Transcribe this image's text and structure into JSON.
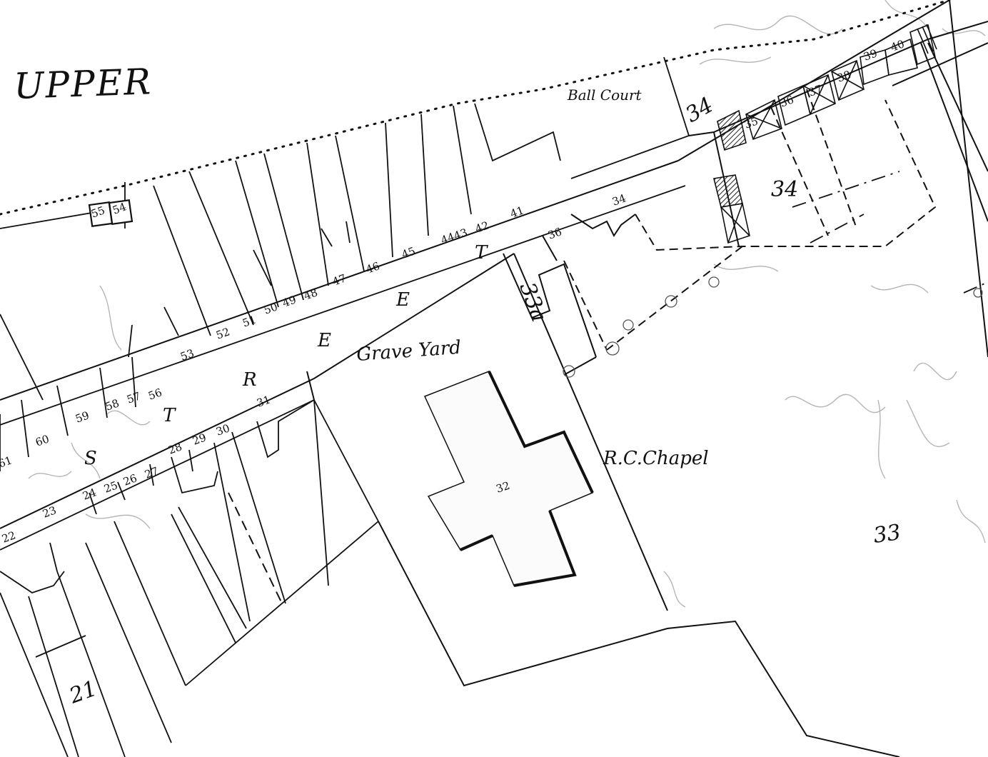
{
  "street": {
    "name_upper": "UPPER",
    "letters": [
      "S",
      "T",
      "R",
      "E",
      "E",
      "T"
    ]
  },
  "labels": {
    "ball_court": "Ball Court",
    "grave_yard": "Grave Yard",
    "chapel": "R.C.Chapel",
    "chapel_lot": "32",
    "lot_33": "33",
    "lot_33a": "33a",
    "lot_34_field": "34",
    "lot_34_mark": "34"
  },
  "lots_north": [
    "55",
    "54",
    "53",
    "52",
    "51",
    "50",
    "49",
    "48",
    "47",
    "46",
    "45",
    "44",
    "43",
    "42",
    "41",
    "34"
  ],
  "lots_north_left": [
    "61",
    "60",
    "59",
    "58",
    "57",
    "56"
  ],
  "lots_south": [
    "22",
    "23",
    "24",
    "25",
    "26",
    "27",
    "28",
    "29",
    "30",
    "31"
  ],
  "lots_east": [
    "35",
    "36",
    "37",
    "38",
    "39",
    "40"
  ],
  "lot_21": "21",
  "lot_36_box": "36",
  "colors": {
    "ink": "#111111",
    "paper": "#ffffff",
    "pencil": "#9a9a9a",
    "hatch": "#333333"
  }
}
